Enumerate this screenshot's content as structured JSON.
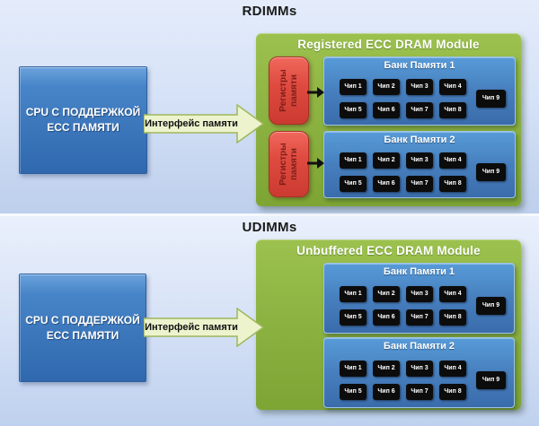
{
  "sections": [
    {
      "title": "RDIMMs"
    },
    {
      "title": "UDIMMs"
    }
  ],
  "cpu": {
    "line1": "CPU С ПОДДЕРЖКОЙ",
    "line2": "ECC ПАМЯТИ"
  },
  "interface": {
    "label": "Интерфейс памяти"
  },
  "rdimm_module": {
    "title": "Registered ECC DRAM Module",
    "registers": [
      "Регистры памяти",
      "Регистры памяти"
    ],
    "banks": [
      {
        "title": "Банк Памяти 1",
        "chips": [
          "Чип 1",
          "Чип 2",
          "Чип 3",
          "Чип 4",
          "Чип 5",
          "Чип 6",
          "Чип 7",
          "Чип 8",
          "Чип 9"
        ]
      },
      {
        "title": "Банк Памяти 2",
        "chips": [
          "Чип 1",
          "Чип 2",
          "Чип 3",
          "Чип 4",
          "Чип 5",
          "Чип 6",
          "Чип 7",
          "Чип 8",
          "Чип 9"
        ]
      }
    ]
  },
  "udimm_module": {
    "title": "Unbuffered ECC DRAM Module",
    "banks": [
      {
        "title": "Банк Памяти 1",
        "chips": [
          "Чип 1",
          "Чип 2",
          "Чип 3",
          "Чип 4",
          "Чип 5",
          "Чип 6",
          "Чип 7",
          "Чип 8",
          "Чип 9"
        ]
      },
      {
        "title": "Банк Памяти 2",
        "chips": [
          "Чип 1",
          "Чип 2",
          "Чип 3",
          "Чип 4",
          "Чип 5",
          "Чип 6",
          "Чип 7",
          "Чип 8",
          "Чип 9"
        ]
      }
    ]
  },
  "colors": {
    "background_blue": "#d8e3f7",
    "module_green": "#8db342",
    "bank_blue": "#477fbe",
    "cpu_blue": "#3c77bc",
    "register_red": "#e04b40",
    "register_text": "#7c1f19",
    "chip_black": "#0c0c0c",
    "arrow_fill": "#edf3cd",
    "arrow_stroke": "#9cb85c",
    "connector_black": "#111111"
  }
}
